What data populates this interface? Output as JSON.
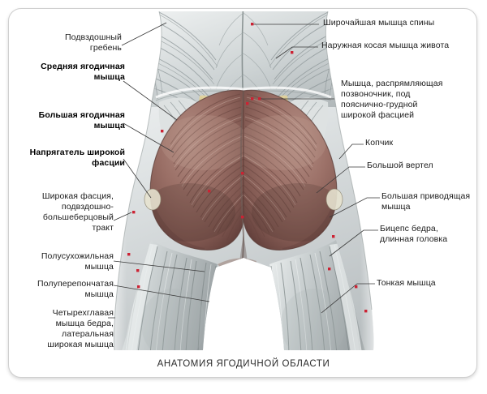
{
  "figure": {
    "caption": "АНАТОМИЯ ЯГОДИЧНОЙ ОБЛАСТИ",
    "accent_marker_color": "#cc2233",
    "leader_color": "#3a3a3a",
    "frame_color": "#cfcfcf",
    "background_color": "#ffffff"
  },
  "labels_left": [
    {
      "id": "iliac-crest",
      "text": "Подвздошный\nгребень",
      "bold": false
    },
    {
      "id": "gluteus-medius",
      "text": "Средняя ягодичная\nмышца",
      "bold": true
    },
    {
      "id": "gluteus-maximus",
      "text": "Большая ягодичная\nмышца",
      "bold": true
    },
    {
      "id": "tensor-fasciae-latae",
      "text": "Напрягатель широкой\nфасции",
      "bold": true
    },
    {
      "id": "iliotibial-tract",
      "text": "Широкая фасция,\nподвздошно-\nбольшеберцовый\nтракт",
      "bold": false
    },
    {
      "id": "semitendinosus",
      "text": "Полусухожильная\nмышца",
      "bold": false
    },
    {
      "id": "semimembranosus",
      "text": "Полуперепончатая\nмышца",
      "bold": false
    },
    {
      "id": "vastus-lateralis",
      "text": "Четырехглавая\nмышца бедра,\nлатеральная\nширокая мышца",
      "bold": false
    }
  ],
  "labels_right": [
    {
      "id": "latissimus-dorsi",
      "text": "Широчайшая мышца спины",
      "bold": false
    },
    {
      "id": "external-oblique",
      "text": "Наружная косая мышца живота",
      "bold": false
    },
    {
      "id": "erector-spinae",
      "text": "Мышца, распрямляющая\nпозвоночник, под\nпояснично-грудной\nширокой фасцией",
      "bold": false
    },
    {
      "id": "coccyx",
      "text": "Копчик",
      "bold": false
    },
    {
      "id": "greater-trochanter",
      "text": "Большой вертел",
      "bold": false
    },
    {
      "id": "adductor-magnus",
      "text": "Большая приводящая\nмышца",
      "bold": false
    },
    {
      "id": "biceps-femoris",
      "text": "Бицепс бедра,\nдлинная головка",
      "bold": false
    },
    {
      "id": "gracilis",
      "text": "Тонкая мышца",
      "bold": false
    }
  ]
}
